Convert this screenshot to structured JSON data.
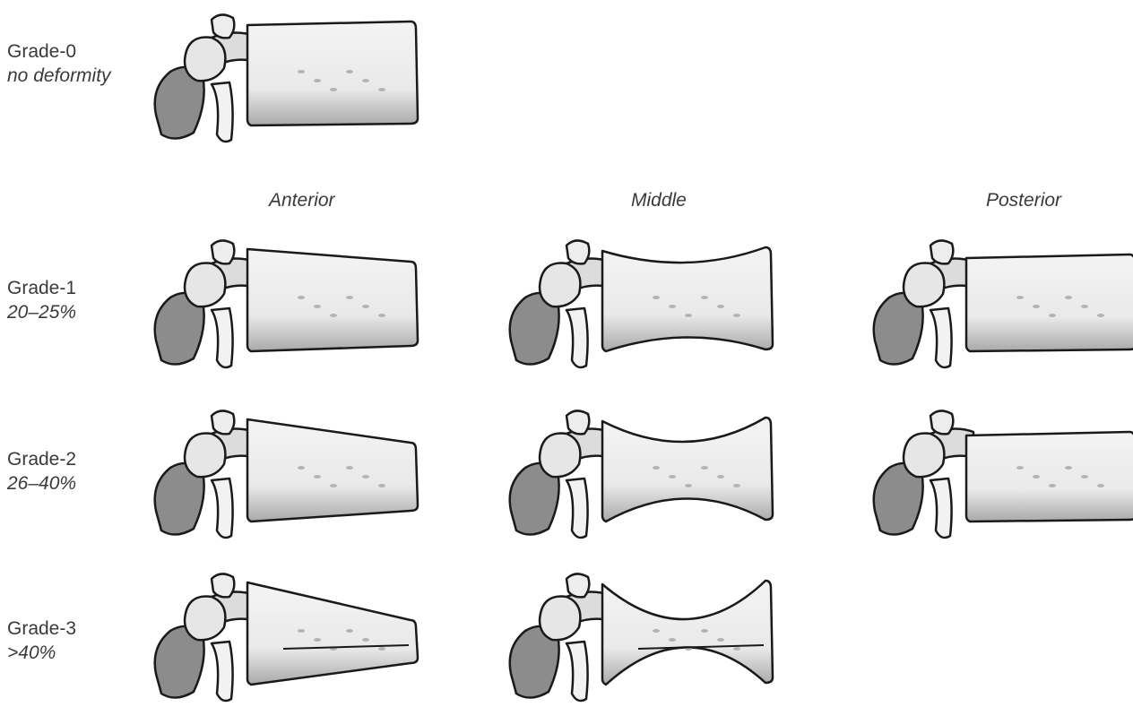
{
  "rows": [
    {
      "grade": "Grade-0",
      "desc": "no deformity"
    },
    {
      "grade": "Grade-1",
      "desc": "20–25%"
    },
    {
      "grade": "Grade-2",
      "desc": "26–40%"
    },
    {
      "grade": "Grade-3",
      "desc": ">40%"
    }
  ],
  "columns": [
    "Anterior",
    "Middle",
    "Posterior"
  ],
  "cells": [
    {
      "id": "grade-0",
      "row": 0,
      "col": 0,
      "type": "normal",
      "severity": 0
    },
    {
      "id": "grade-1-anterior",
      "row": 1,
      "col": 0,
      "type": "wedge",
      "severity": 1
    },
    {
      "id": "grade-1-middle",
      "row": 1,
      "col": 1,
      "type": "biconcave",
      "severity": 1
    },
    {
      "id": "grade-1-posterior",
      "row": 1,
      "col": 2,
      "type": "crush",
      "severity": 1
    },
    {
      "id": "grade-2-anterior",
      "row": 2,
      "col": 0,
      "type": "wedge",
      "severity": 2
    },
    {
      "id": "grade-2-middle",
      "row": 2,
      "col": 1,
      "type": "biconcave",
      "severity": 2
    },
    {
      "id": "grade-2-posterior",
      "row": 2,
      "col": 2,
      "type": "crush",
      "severity": 2
    },
    {
      "id": "grade-3-anterior",
      "row": 3,
      "col": 0,
      "type": "wedge",
      "severity": 3
    },
    {
      "id": "grade-3-middle",
      "row": 3,
      "col": 1,
      "type": "biconcave",
      "severity": 3
    }
  ],
  "colors": {
    "outline": "#1a1a1a",
    "fill": "#e9e9e9",
    "shade": "#8c8c8c",
    "text": "#3a3a3a"
  }
}
